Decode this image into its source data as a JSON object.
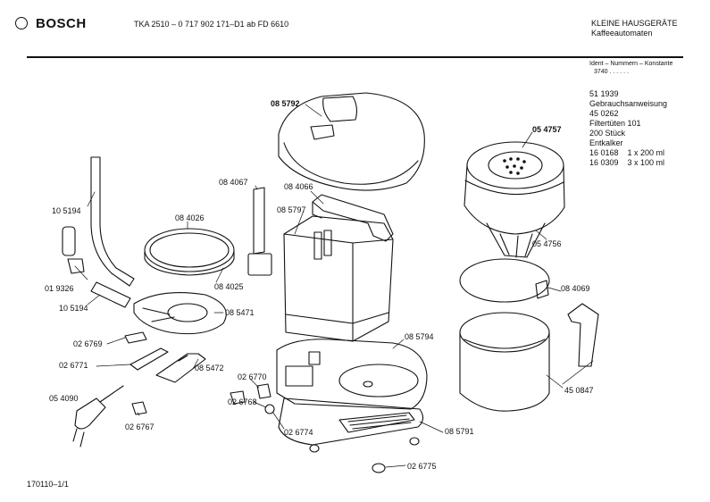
{
  "header": {
    "brand": "BOSCH",
    "model_line": "TKA 2510 – 0 717 902 171–D1 ab FD 6610",
    "category": "KLEINE HAUSGERÄTE",
    "subcategory": "Kaffeeautomaten",
    "ident_label": "Ident – Nummern – Konstante",
    "ident_value": "3740 . . . . . ."
  },
  "notes": [
    "51 1939",
    "Gebrauchsanweisung",
    "45 0262",
    "Filtertüten 101",
    "200 Stück",
    "Entkalker",
    "16 0168    1 x 200 ml",
    "16 0309    3 x 100 ml"
  ],
  "parts": [
    {
      "id": "p1",
      "label": "08 5792"
    },
    {
      "id": "p2",
      "label": "05 4757"
    },
    {
      "id": "p3",
      "label": "08 4067"
    },
    {
      "id": "p4",
      "label": "08 4066"
    },
    {
      "id": "p5",
      "label": "08 5797"
    },
    {
      "id": "p6",
      "label": "08 4026"
    },
    {
      "id": "p7",
      "label": "10 5194"
    },
    {
      "id": "p8",
      "label": "05 4756"
    },
    {
      "id": "p9",
      "label": "01 9326"
    },
    {
      "id": "p10",
      "label": "08 4025"
    },
    {
      "id": "p11",
      "label": "08 4069"
    },
    {
      "id": "p12",
      "label": "10 5194"
    },
    {
      "id": "p13",
      "label": "08 5471"
    },
    {
      "id": "p14",
      "label": "02 6769"
    },
    {
      "id": "p15",
      "label": "08 5794"
    },
    {
      "id": "p16",
      "label": "02 6771"
    },
    {
      "id": "p17",
      "label": "08 5472"
    },
    {
      "id": "p18",
      "label": "02 6770"
    },
    {
      "id": "p19",
      "label": "45 0847"
    },
    {
      "id": "p20",
      "label": "05 4090"
    },
    {
      "id": "p21",
      "label": "02 6768"
    },
    {
      "id": "p22",
      "label": "02 6767"
    },
    {
      "id": "p23",
      "label": "02 6774"
    },
    {
      "id": "p24",
      "label": "08 5791"
    },
    {
      "id": "p25",
      "label": "02 6775"
    }
  ],
  "footer": {
    "sheet": "170110–1/1"
  }
}
